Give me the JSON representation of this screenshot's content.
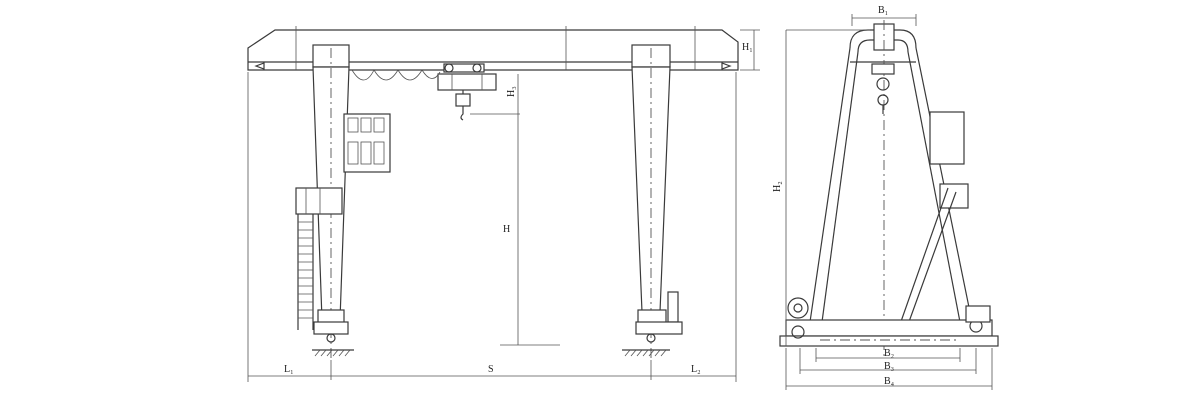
{
  "front_view": {
    "labels": {
      "h1": "H₁",
      "h3": "H₃",
      "h": "H",
      "l1": "L₁",
      "s": "S",
      "l2": "L₂"
    }
  },
  "side_view": {
    "labels": {
      "b1": "B₁",
      "h2": "H₂",
      "b2": "B₂",
      "b3": "B₃",
      "b4": "B₄"
    }
  }
}
